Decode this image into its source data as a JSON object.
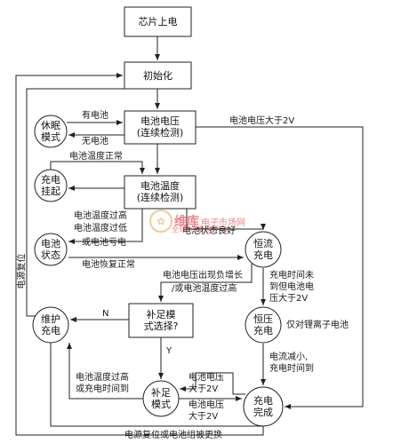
{
  "nodes": {
    "power_on": "芯片上电",
    "init": "初始化",
    "sleep": "休眠\n模式",
    "voltage_check": "电池电压\n(连续检测)",
    "charge_suspend": "充电\n挂起",
    "temp_check": "电池温度\n(连续检测)",
    "battery_state": "电池\n状态",
    "cc_charge": "恒流\n充电",
    "cv_charge": "恒压\n充电",
    "maint_charge": "维护\n充电",
    "topoff_select": "补足模\n式选择?",
    "topoff_mode": "补足\n模式",
    "charge_done": "充电\n完成"
  },
  "labels": {
    "has_battery": "有电池",
    "no_battery": "无电池",
    "voltage_gt_2v_top": "电池电压大于2V",
    "temp_normal": "电池温度正常",
    "temp_high": "电池温度过高",
    "temp_low": "电池温度过低",
    "or_low_battery": "或电池亏电",
    "battery_ok": "电池状态良好",
    "battery_recover": "电池恢复正常",
    "voltage_load_increase": "电池电压出现负增长",
    "or_temp_high_1": "/或电池温度过高",
    "time_not_reached_1": "充电时间未",
    "time_not_reached_2": "到但电池电",
    "time_not_reached_3": "压大于2V",
    "only_removed": "仅对锂离子电池",
    "current_reduce_1": "电流减小,",
    "current_reduce_2": "充电时间到",
    "n_label": "N",
    "y_label": "Y",
    "temp_or_time_1": "电池温度过高",
    "temp_or_time_2": "或充电时间到",
    "v_gt_2v_a_1": "电池电压",
    "v_gt_2v_a_2": "大于2V",
    "v_gt_2v_b_1": "电池电压",
    "v_gt_2v_b_2": "大于2V",
    "power_reset": "电源复位",
    "reset_or_replace": "电源复位或电池组被更换"
  },
  "watermark": {
    "name": "维库",
    "site": "电子市场网",
    "sub": "全球IC采购平台"
  }
}
